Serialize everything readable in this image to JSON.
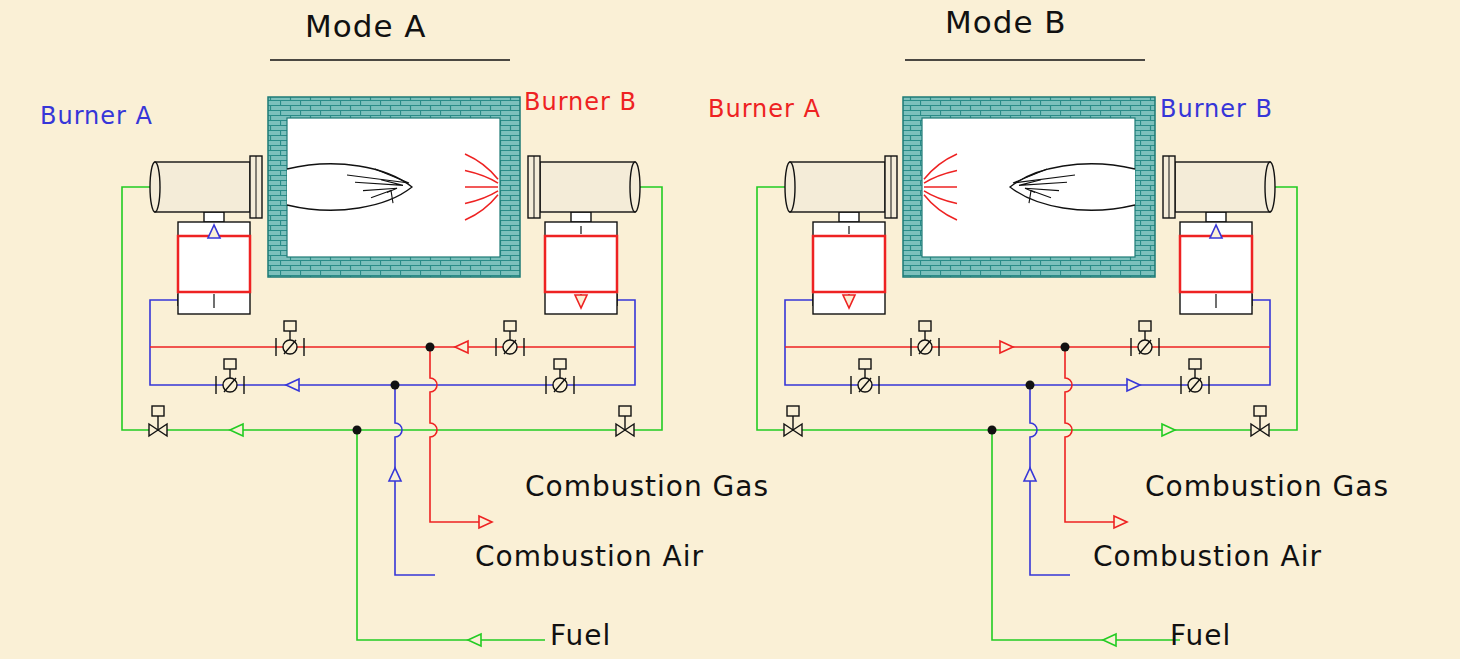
{
  "diagram": {
    "nodes": [
      {
        "text": [
          "Burner A"
        ]
      },
      {
        "text": [
          "Burner B"
        ]
      },
      {
        "text": [
          "Burner A"
        ]
      },
      {
        "text": [
          "Burner B"
        ]
      }
    ],
    "labels": [
      "Mode A",
      "Combustion Gas",
      "Combustion Air",
      "Fuel",
      "Mode B",
      "Combustion Gas",
      "Combustion Air",
      "Fuel"
    ]
  }
}
